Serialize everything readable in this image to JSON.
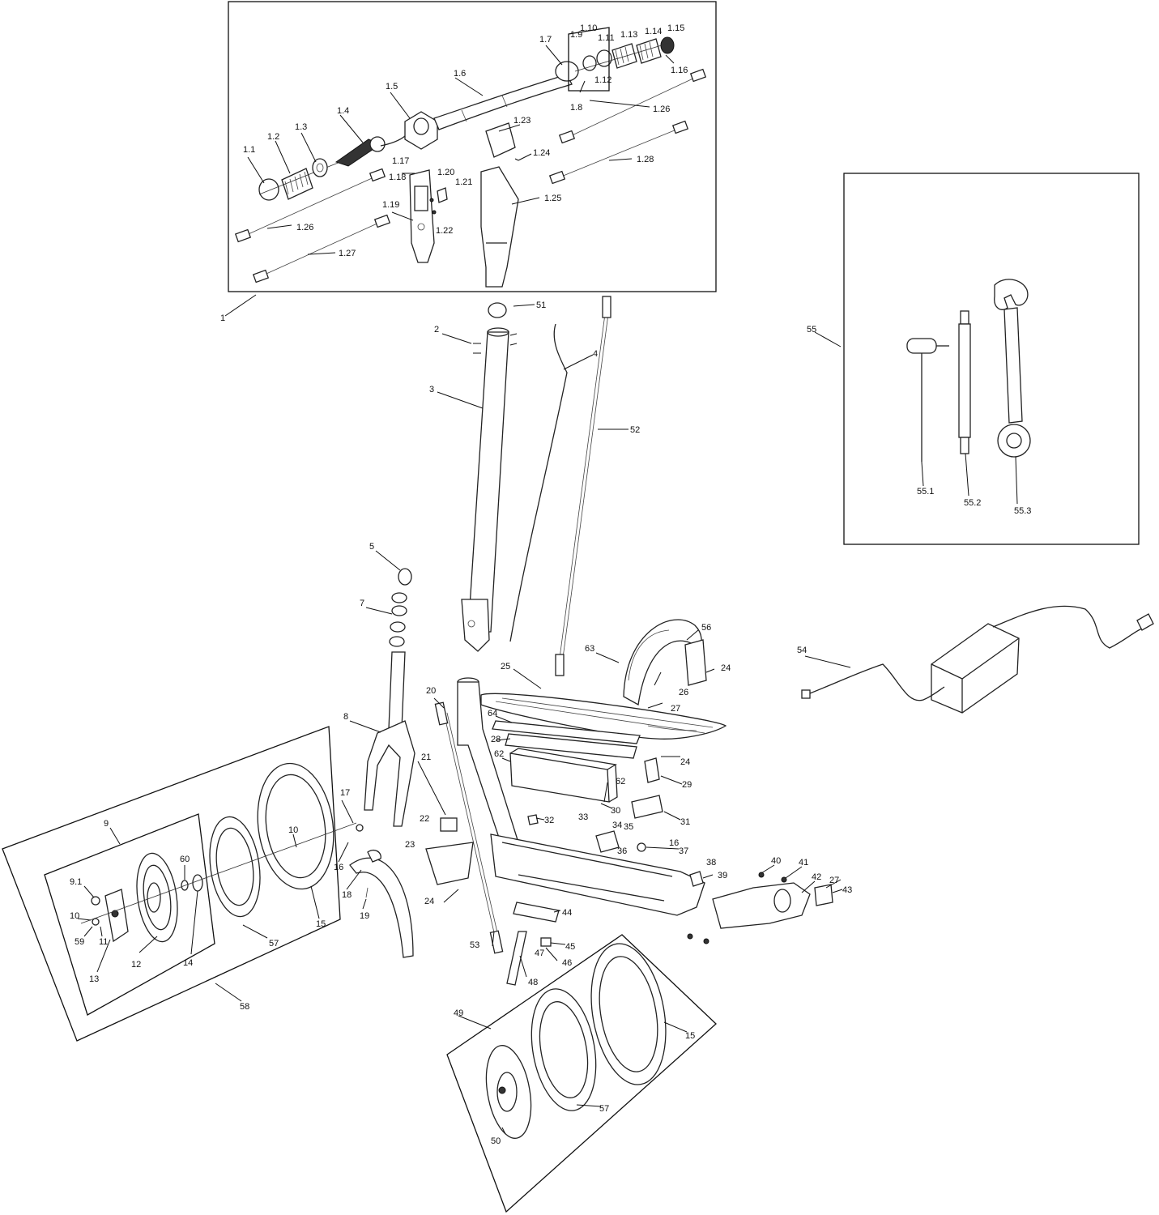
{
  "diagram": {
    "labels": [
      {
        "id": "1.1",
        "text": "1.1"
      },
      {
        "id": "1.2",
        "text": "1.2"
      },
      {
        "id": "1.3",
        "text": "1.3"
      },
      {
        "id": "1.4",
        "text": "1.4"
      },
      {
        "id": "1.5",
        "text": "1.5"
      },
      {
        "id": "1.6",
        "text": "1.6"
      },
      {
        "id": "1.7",
        "text": "1.7"
      },
      {
        "id": "1.8",
        "text": "1.8"
      },
      {
        "id": "1.9",
        "text": "1.9"
      },
      {
        "id": "1.10",
        "text": "1.10"
      },
      {
        "id": "1.11",
        "text": "1.11"
      },
      {
        "id": "1.12",
        "text": "1.12"
      },
      {
        "id": "1.13",
        "text": "1.13"
      },
      {
        "id": "1.14",
        "text": "1.14"
      },
      {
        "id": "1.15",
        "text": "1.15"
      },
      {
        "id": "1.16",
        "text": "1.16"
      },
      {
        "id": "1.17",
        "text": "1.17"
      },
      {
        "id": "1.18",
        "text": "1.18"
      },
      {
        "id": "1.19",
        "text": "1.19"
      },
      {
        "id": "1.20",
        "text": "1.20"
      },
      {
        "id": "1.21",
        "text": "1.21"
      },
      {
        "id": "1.22",
        "text": "1.22"
      },
      {
        "id": "1.23",
        "text": "1.23"
      },
      {
        "id": "1.24",
        "text": "1.24"
      },
      {
        "id": "1.25",
        "text": "1.25"
      },
      {
        "id": "1.26a",
        "text": "1.26"
      },
      {
        "id": "1.26b",
        "text": "1.26"
      },
      {
        "id": "1.27",
        "text": "1.27"
      },
      {
        "id": "1.28",
        "text": "1.28"
      },
      {
        "id": "1",
        "text": "1"
      },
      {
        "id": "2",
        "text": "2"
      },
      {
        "id": "3",
        "text": "3"
      },
      {
        "id": "4",
        "text": "4"
      },
      {
        "id": "5",
        "text": "5"
      },
      {
        "id": "7",
        "text": "7"
      },
      {
        "id": "8",
        "text": "8"
      },
      {
        "id": "9",
        "text": "9"
      },
      {
        "id": "9.1",
        "text": "9.1"
      },
      {
        "id": "10a",
        "text": "10"
      },
      {
        "id": "10b",
        "text": "10"
      },
      {
        "id": "11",
        "text": "11"
      },
      {
        "id": "12",
        "text": "12"
      },
      {
        "id": "13",
        "text": "13"
      },
      {
        "id": "14",
        "text": "14"
      },
      {
        "id": "15a",
        "text": "15"
      },
      {
        "id": "15b",
        "text": "15"
      },
      {
        "id": "16a",
        "text": "16"
      },
      {
        "id": "16b",
        "text": "16"
      },
      {
        "id": "17",
        "text": "17"
      },
      {
        "id": "18",
        "text": "18"
      },
      {
        "id": "19",
        "text": "19"
      },
      {
        "id": "20",
        "text": "20"
      },
      {
        "id": "21",
        "text": "21"
      },
      {
        "id": "22",
        "text": "22"
      },
      {
        "id": "23",
        "text": "23"
      },
      {
        "id": "24a",
        "text": "24"
      },
      {
        "id": "24b",
        "text": "24"
      },
      {
        "id": "24c",
        "text": "24"
      },
      {
        "id": "25",
        "text": "25"
      },
      {
        "id": "26",
        "text": "26"
      },
      {
        "id": "27a",
        "text": "27"
      },
      {
        "id": "27b",
        "text": "27"
      },
      {
        "id": "28",
        "text": "28"
      },
      {
        "id": "29",
        "text": "29"
      },
      {
        "id": "30",
        "text": "30"
      },
      {
        "id": "31",
        "text": "31"
      },
      {
        "id": "32",
        "text": "32"
      },
      {
        "id": "33",
        "text": "33"
      },
      {
        "id": "34",
        "text": "34"
      },
      {
        "id": "35",
        "text": "35"
      },
      {
        "id": "36",
        "text": "36"
      },
      {
        "id": "37",
        "text": "37"
      },
      {
        "id": "38",
        "text": "38"
      },
      {
        "id": "39",
        "text": "39"
      },
      {
        "id": "40",
        "text": "40"
      },
      {
        "id": "41",
        "text": "41"
      },
      {
        "id": "42",
        "text": "42"
      },
      {
        "id": "43",
        "text": "43"
      },
      {
        "id": "44",
        "text": "44"
      },
      {
        "id": "45",
        "text": "45"
      },
      {
        "id": "46",
        "text": "46"
      },
      {
        "id": "47",
        "text": "47"
      },
      {
        "id": "48",
        "text": "48"
      },
      {
        "id": "49",
        "text": "49"
      },
      {
        "id": "50",
        "text": "50"
      },
      {
        "id": "51",
        "text": "51"
      },
      {
        "id": "52",
        "text": "52"
      },
      {
        "id": "53",
        "text": "53"
      },
      {
        "id": "54",
        "text": "54"
      },
      {
        "id": "55",
        "text": "55"
      },
      {
        "id": "55.1",
        "text": "55.1"
      },
      {
        "id": "55.2",
        "text": "55.2"
      },
      {
        "id": "55.3",
        "text": "55.3"
      },
      {
        "id": "56",
        "text": "56"
      },
      {
        "id": "57a",
        "text": "57"
      },
      {
        "id": "57b",
        "text": "57"
      },
      {
        "id": "58",
        "text": "58"
      },
      {
        "id": "59",
        "text": "59"
      },
      {
        "id": "60",
        "text": "60"
      },
      {
        "id": "62a",
        "text": "62"
      },
      {
        "id": "62b",
        "text": "62"
      },
      {
        "id": "63",
        "text": "63"
      },
      {
        "id": "64",
        "text": "64"
      }
    ]
  }
}
